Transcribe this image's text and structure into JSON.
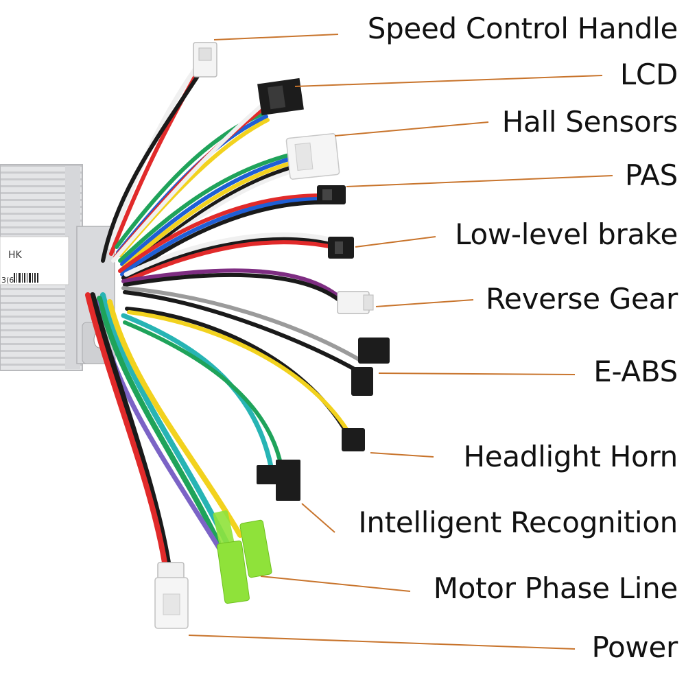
{
  "controller": {
    "brand_fragment": "HK",
    "sticker_text": "3(6"
  },
  "labels": [
    {
      "id": "speed-control-handle",
      "text": "Speed Control Handle"
    },
    {
      "id": "lcd",
      "text": "LCD"
    },
    {
      "id": "hall-sensors",
      "text": "Hall Sensors"
    },
    {
      "id": "pas",
      "text": "PAS"
    },
    {
      "id": "low-level-brake",
      "text": "Low-level brake"
    },
    {
      "id": "reverse-gear",
      "text": "Reverse Gear"
    },
    {
      "id": "e-abs",
      "text": "E-ABS"
    },
    {
      "id": "headlight-horn",
      "text": "Headlight Horn"
    },
    {
      "id": "intelligent-recognition",
      "text": "Intelligent Recognition"
    },
    {
      "id": "motor-phase-line",
      "text": "Motor Phase Line"
    },
    {
      "id": "power",
      "text": "Power"
    }
  ],
  "colors": {
    "leader_line": "#c8742c",
    "controller_body": "#e2e3e5",
    "connector_black": "#1c1c1c",
    "connector_white": "#f2f2f2",
    "phase_connector": "#8fe23a"
  }
}
